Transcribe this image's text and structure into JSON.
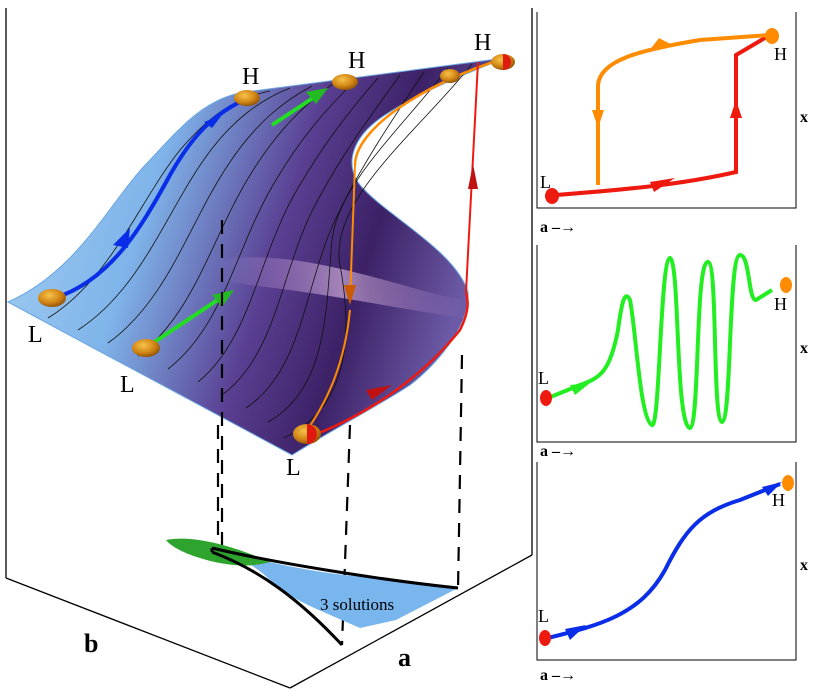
{
  "colors": {
    "surface_light": "#a8d0f0",
    "surface_mid": "#6aa6e2",
    "surface_fold": "#4b2a7a",
    "fold_glow": "#c79ad8",
    "cusp_region": "#79b6ee",
    "cusp_leaf": "#2ea32e",
    "path_blue": "#0a2ee8",
    "path_green": "#22dd22",
    "path_red": "#ee1a10",
    "path_orange": "#ff8c00",
    "ball_gold": "#d9901a"
  },
  "labels": {
    "high": "H",
    "low": "L",
    "three_solutions": "3 solutions",
    "axis_a": "a",
    "axis_b": "b",
    "axis_x": "x",
    "panel_axis_a": "a –→"
  },
  "panels": [
    {
      "name": "hysteresis",
      "start_label": "L",
      "end_label": "H",
      "y_label": "x",
      "x_label": "a –→"
    },
    {
      "name": "oscillation",
      "start_label": "L",
      "end_label": "H",
      "y_label": "x",
      "x_label": "a –→"
    },
    {
      "name": "smooth",
      "start_label": "L",
      "end_label": "H",
      "y_label": "x",
      "x_label": "a –→"
    }
  ]
}
